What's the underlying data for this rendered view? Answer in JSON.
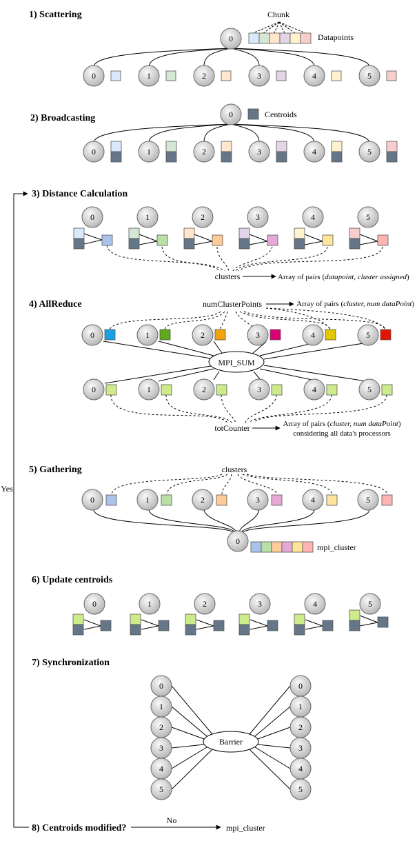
{
  "colors": {
    "centroid": "#647687",
    "light": [
      "#dae8fc",
      "#d5e8d4",
      "#ffe6cc",
      "#e1d5e7",
      "#fff2cc",
      "#f8cecc"
    ],
    "assigned": [
      "#a9c4eb",
      "#b9e0a5",
      "#ffcc99",
      "#e6a9d6",
      "#ffe599",
      "#ffb3b3"
    ],
    "sum": [
      "#1ba1e2",
      "#60a917",
      "#f0a30a",
      "#d80073",
      "#e3c800",
      "#e51400"
    ],
    "green": "#cdeb8b"
  },
  "sections": {
    "s1": {
      "title": "1) Scattering",
      "chunk": "Chunk",
      "datapoints": "Datapoints",
      "root": "0",
      "nodes": [
        "0",
        "1",
        "2",
        "3",
        "4",
        "5"
      ]
    },
    "s2": {
      "title": "2) Broadcasting",
      "centroids": "Centroids",
      "root": "0",
      "nodes": [
        "0",
        "1",
        "2",
        "3",
        "4",
        "5"
      ]
    },
    "s3": {
      "title": "3) Distance Calculation",
      "clusters": "clusters",
      "pairs_prefix": "Array of pairs (",
      "pairs_italic": "datapoint, cluster assigned",
      "pairs_suffix": ")",
      "nodes": [
        "0",
        "1",
        "2",
        "3",
        "4",
        "5"
      ]
    },
    "s4": {
      "title": "4) AllReduce",
      "num_cluster_points": "numClusterPoints",
      "pairs1_prefix": "Array of pairs (",
      "pairs1_italic": "cluster, num dataPoint",
      "pairs1_suffix": ")",
      "mpi_sum": "MPI_SUM",
      "tot_counter": "totCounter",
      "pairs2_prefix": "Array of pairs (",
      "pairs2_italic": "cluster, num dataPoint",
      "pairs2_suffix": ")",
      "pairs2_line2": "considering all data's processors",
      "nodes": [
        "0",
        "1",
        "2",
        "3",
        "4",
        "5"
      ]
    },
    "s5": {
      "title": "5) Gathering",
      "clusters": "clusters",
      "mpi_cluster": "mpi_cluster",
      "root": "0",
      "nodes": [
        "0",
        "1",
        "2",
        "3",
        "4",
        "5"
      ]
    },
    "s6": {
      "title": "6) Update centroids",
      "nodes": [
        "0",
        "1",
        "2",
        "3",
        "4",
        "5"
      ]
    },
    "s7": {
      "title": "7) Synchronization",
      "barrier": "Barrier",
      "nodes": [
        "0",
        "1",
        "2",
        "3",
        "4",
        "5"
      ]
    },
    "s8": {
      "title": "8) Centroids modified?",
      "no": "No",
      "mpi_cluster": "mpi_cluster"
    },
    "loop": {
      "yes": "Yes"
    }
  }
}
